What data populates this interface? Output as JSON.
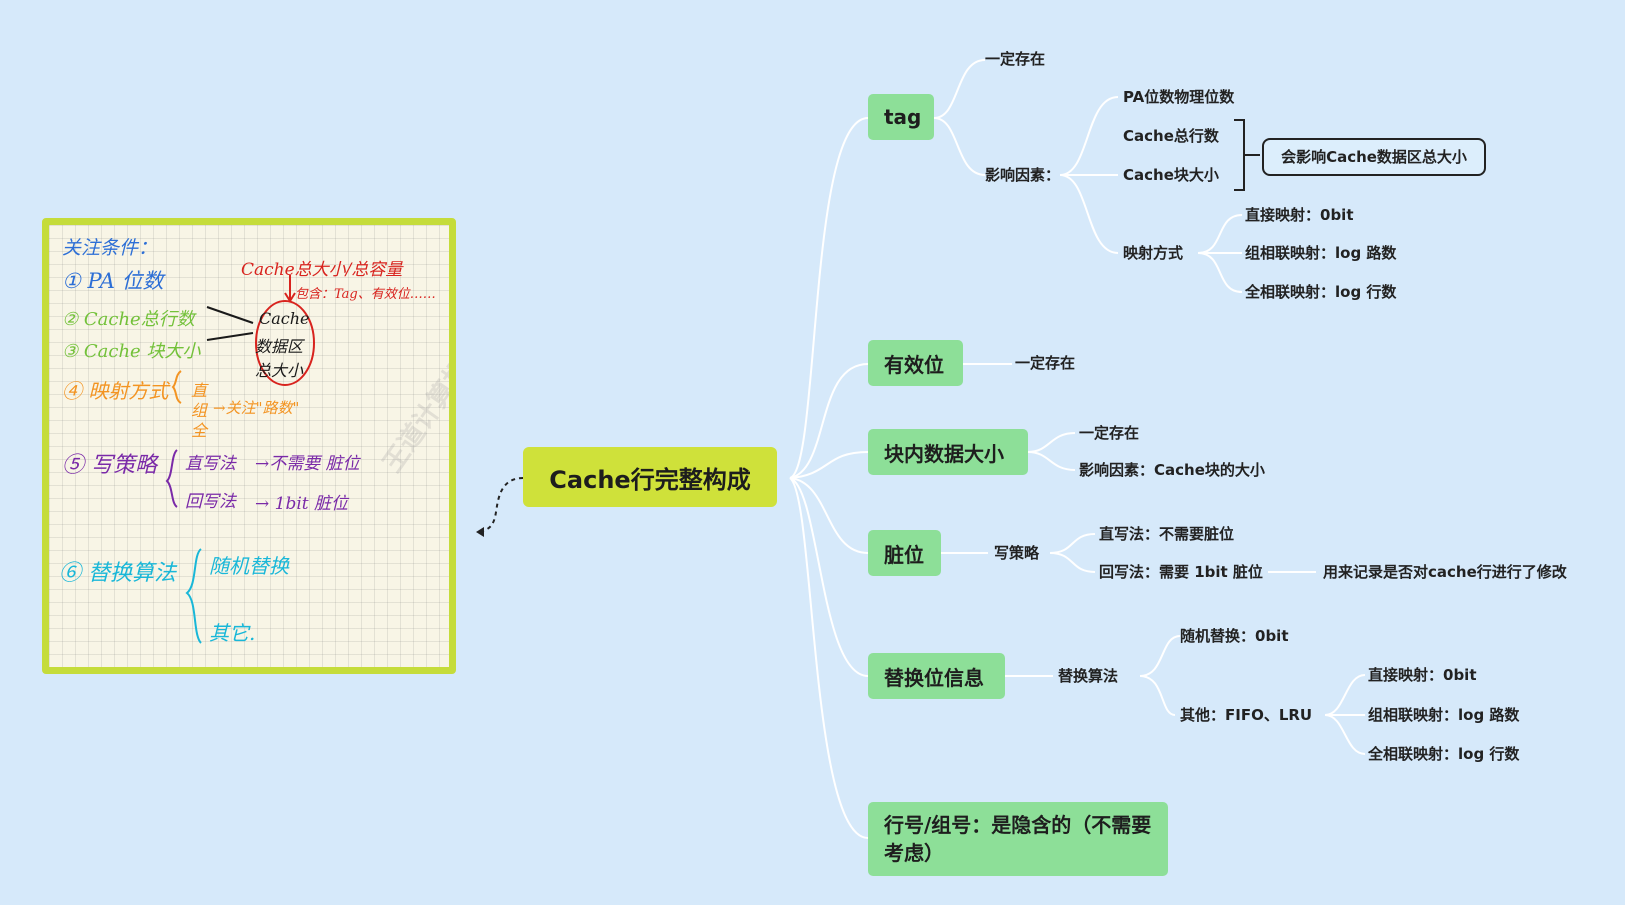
{
  "center": {
    "label": "Cache行完整构成"
  },
  "branches": {
    "tag": {
      "label": "tag",
      "always": "一定存在",
      "factors": {
        "label": "影响因素：",
        "pa": "PA位数物理位数",
        "lines": "Cache总行数",
        "block": "Cache块大小",
        "bracket_note": "会影响Cache数据区总大小",
        "mapping": {
          "label": "映射方式",
          "direct": "直接映射：0bit",
          "set": "组相联映射：log 路数",
          "full": "全相联映射：log 行数"
        }
      }
    },
    "valid": {
      "label": "有效位",
      "always": "一定存在"
    },
    "block_data": {
      "label": "块内数据大小",
      "always": "一定存在",
      "factor": "影响因素：Cache块的大小"
    },
    "dirty": {
      "label": "脏位",
      "policy": "写策略",
      "write_through": "直写法：不需要脏位",
      "write_back": "回写法：需要 1bit 脏位",
      "write_back_note": "用来记录是否对cache行进行了修改"
    },
    "replace": {
      "label": "替换位信息",
      "algo": "替换算法",
      "random": "随机替换：0bit",
      "other": {
        "label": "其他：FIFO、LRU",
        "direct": "直接映射：0bit",
        "set": "组相联映射：log 路数",
        "full": "全相联映射：log 行数"
      }
    },
    "line_no": {
      "label": "行号/组号：是隐含的（不需要考虑）"
    }
  },
  "note": {
    "title": "关注条件：",
    "c1": "① PA 位数",
    "c2": "② Cache总行数",
    "c3": "③ Cache 块大小",
    "c4": "④ 映射方式",
    "c4a": "直",
    "c4b": "组",
    "c4c": "全",
    "c4_note": "→关注\"路数\"",
    "c5": "⑤ 写策略",
    "c5a": "直写法",
    "c5a_note": "→不需要 脏位",
    "c5b": "回写法",
    "c5b_note": "→ 1bit 脏位",
    "c6": "⑥ 替换算法",
    "c6a": "随机替换",
    "c6b": "其它.",
    "red_top": "Cache总大小/总容量",
    "red_sub": "包含：Tag、有效位……",
    "circle_1": "Cache",
    "circle_2": "数据区",
    "circle_3": "总大小",
    "watermark": "王道计算机考研"
  },
  "colors": {
    "background": "#d6e9fa",
    "center": "#cfe13a",
    "main": "#8ddf98",
    "edge": "#ffffff",
    "note_border": "#c5dc3a"
  }
}
